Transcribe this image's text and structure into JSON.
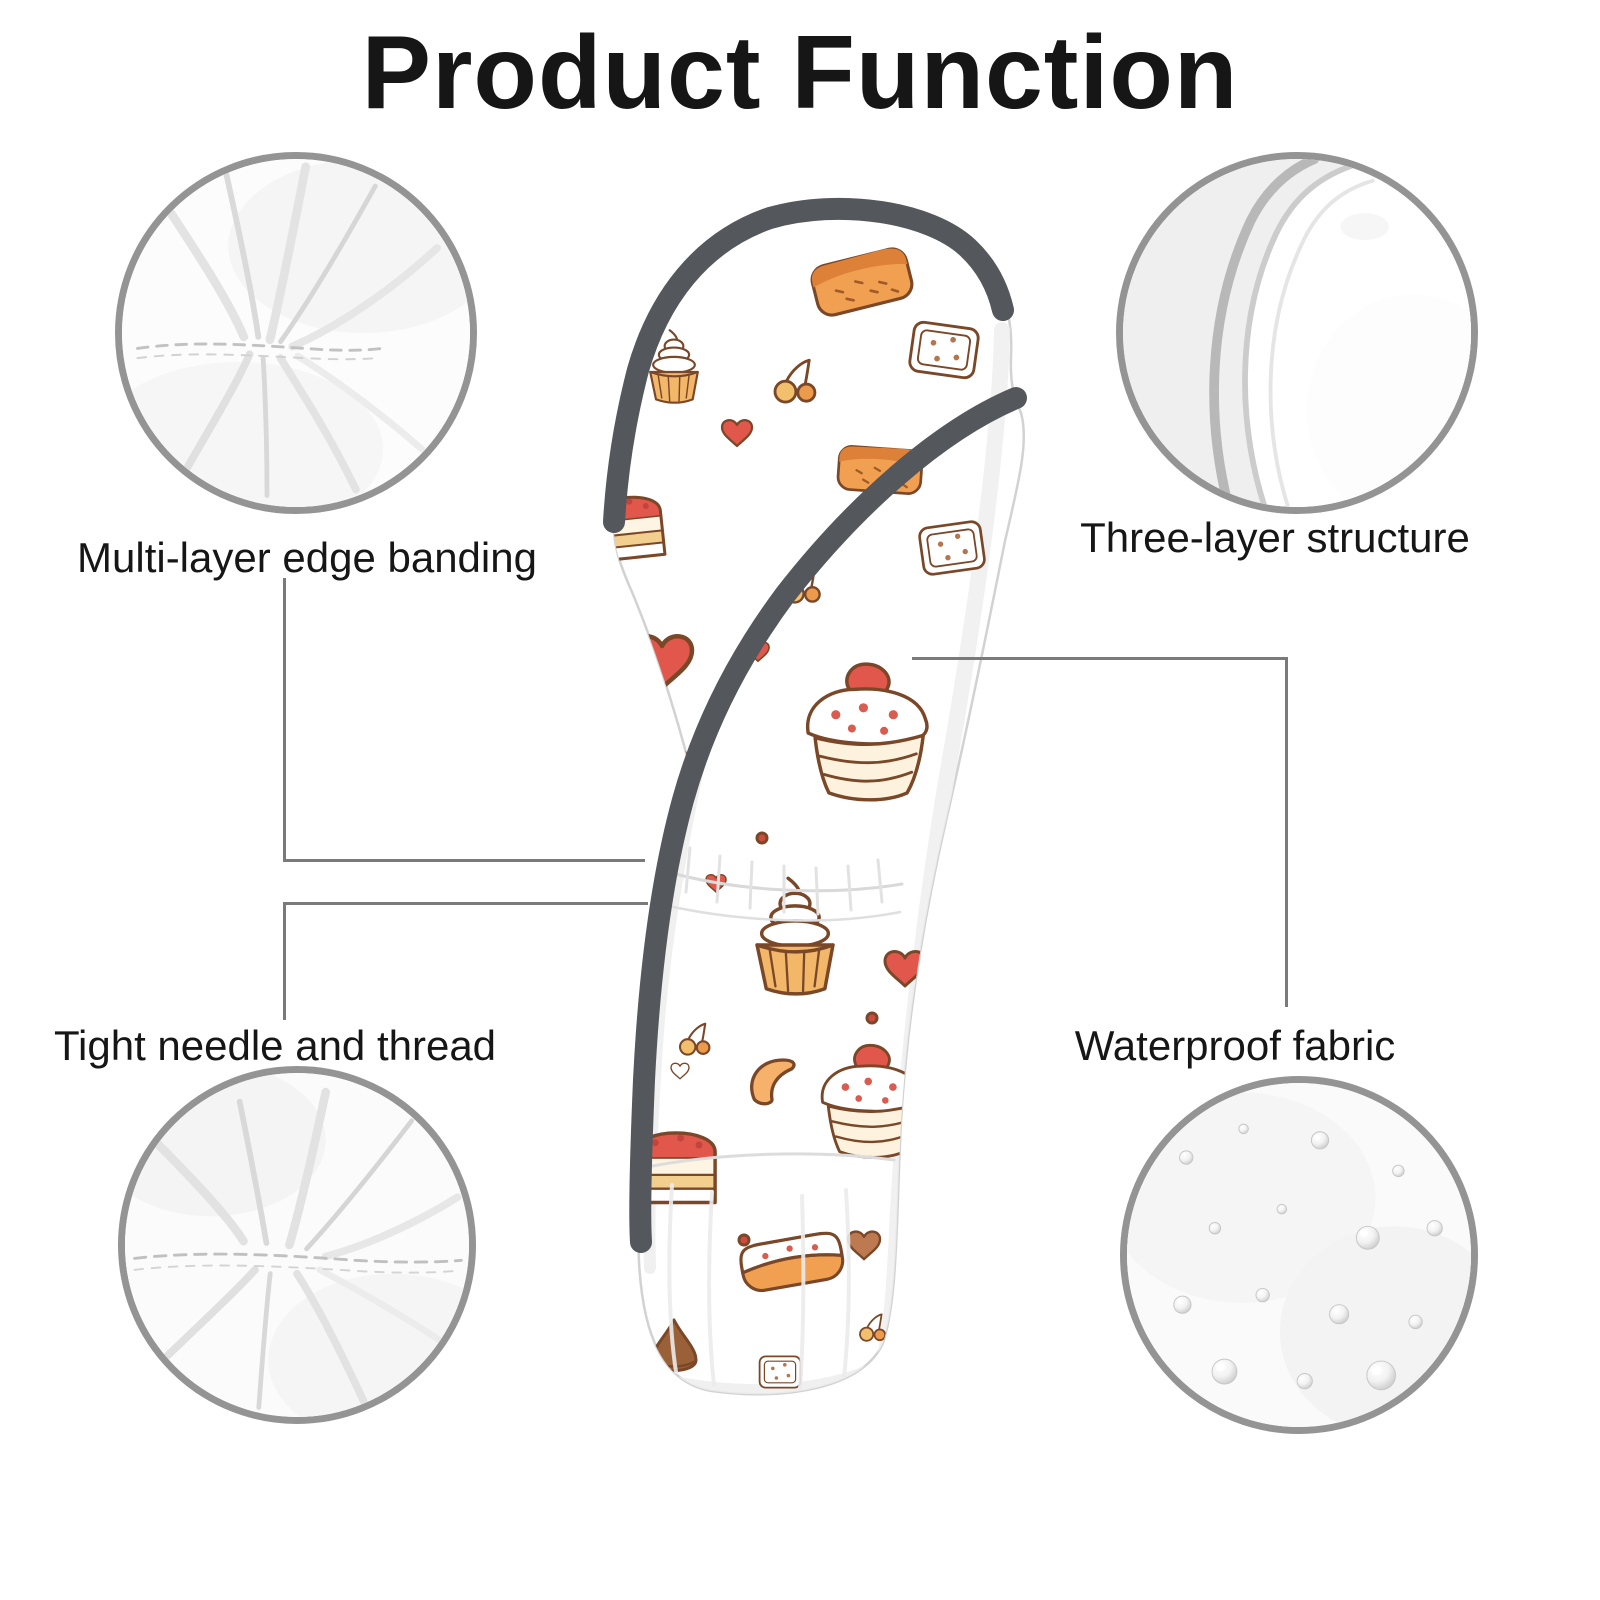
{
  "title": "Product Function",
  "features": [
    {
      "label": "Multi-layer edge banding",
      "image": "gathered-leather-closeup",
      "position": "top-left"
    },
    {
      "label": "Three-layer structure",
      "image": "layered-edge-closeup",
      "position": "top-right"
    },
    {
      "label": "Tight needle and thread",
      "image": "stitched-seam-closeup",
      "position": "bottom-left"
    },
    {
      "label": "Waterproof fabric",
      "image": "water-droplet-closeup",
      "position": "bottom-right"
    }
  ],
  "product": {
    "name": "golf-club-headcover",
    "pattern": "cartoon desserts: cupcakes, layer cakes, loaf cakes, cherries, hearts, strawberries",
    "colors": {
      "binding_gray": "#54575b",
      "outline_brown": "#7a4728",
      "red": "#e2574c",
      "orange": "#f0a050",
      "cream": "#fdf2dd",
      "yellow": "#f3cf8f"
    }
  },
  "connector_color": "#7a7a7a",
  "circle_border_color": "#949494"
}
